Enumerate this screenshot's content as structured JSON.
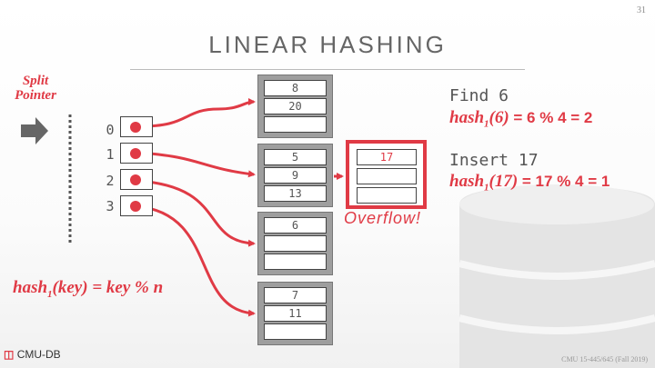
{
  "page_number": "31",
  "title": "LINEAR HASHING",
  "split_pointer": {
    "line1": "Split",
    "line2": "Pointer"
  },
  "directory": {
    "indices": [
      "0",
      "1",
      "2",
      "3"
    ]
  },
  "buckets": [
    [
      "8",
      "20",
      ""
    ],
    [
      "5",
      "9",
      "13"
    ],
    [
      "6",
      "",
      ""
    ],
    [
      "7",
      "11",
      ""
    ]
  ],
  "overflow": {
    "values": [
      "17",
      "",
      ""
    ],
    "label": "Overflow!"
  },
  "find": {
    "title": "Find 6",
    "fn": "hash",
    "sub": "1",
    "arg": "(6)",
    "rest": " = 6 % 4 = 2"
  },
  "insert": {
    "title": "Insert 17",
    "fn": "hash",
    "sub": "1",
    "arg": "(17)",
    "rest": " = 17 % 4 = 1"
  },
  "hash_function": {
    "fn": "hash",
    "sub": "1",
    "arg": "(key)",
    "rest": " = key % n"
  },
  "footer": {
    "logo_text": "CMU-DB",
    "course": "CMU 15-445/645 (Fall 2019)"
  },
  "colors": {
    "accent": "#e03a45",
    "bucket": "#9e9e9e",
    "text": "#555555"
  }
}
